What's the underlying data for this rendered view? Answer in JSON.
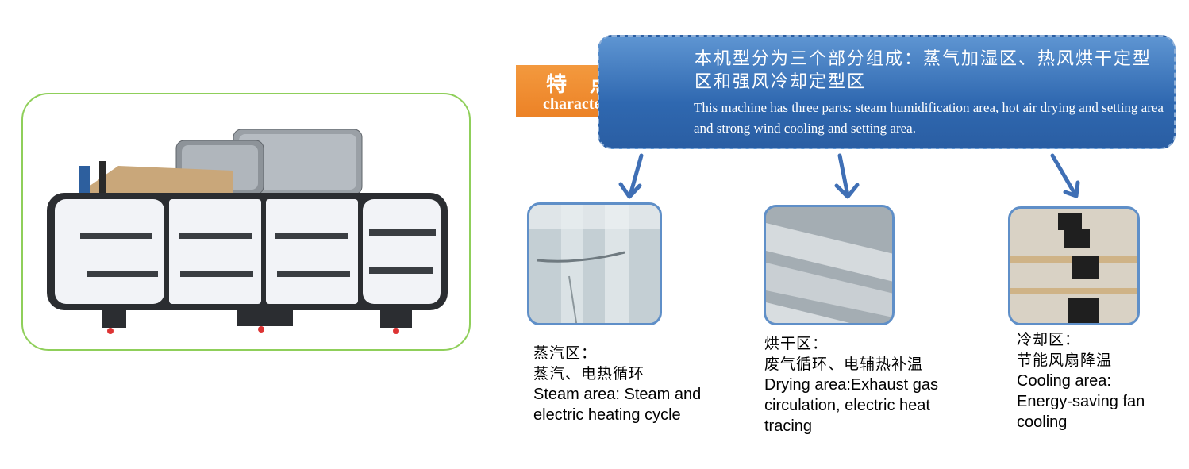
{
  "feature": {
    "label_cn": "特 点：",
    "label_en": "characteristic"
  },
  "description": {
    "cn": "本机型分为三个部分组成：蒸气加湿区、热风烘干定型区和强风冷却定型区",
    "en": "This machine has three parts: steam humidification area, hot air drying and setting area and strong wind cooling and setting area."
  },
  "sections": [
    {
      "title_cn": "蒸汽区：",
      "desc_cn": "蒸汽、电热循环",
      "desc_en": "Steam area: Steam and electric heating cycle"
    },
    {
      "title_cn": "烘干区：",
      "desc_cn": "废气循环、电辅热补温",
      "desc_en": "Drying area:Exhaust gas circulation, electric heat tracing"
    },
    {
      "title_cn": "冷却区：",
      "desc_cn": "节能风扇降温",
      "desc_en": "Cooling area: Energy-saving fan cooling"
    }
  ],
  "colors": {
    "arrow_orange": "#f08a2a",
    "box_blue": "#3a72b8",
    "frame_green": "#8fcf5a",
    "photo_border": "#5f8fc8",
    "flow_arrow": "#3f6fb5"
  }
}
